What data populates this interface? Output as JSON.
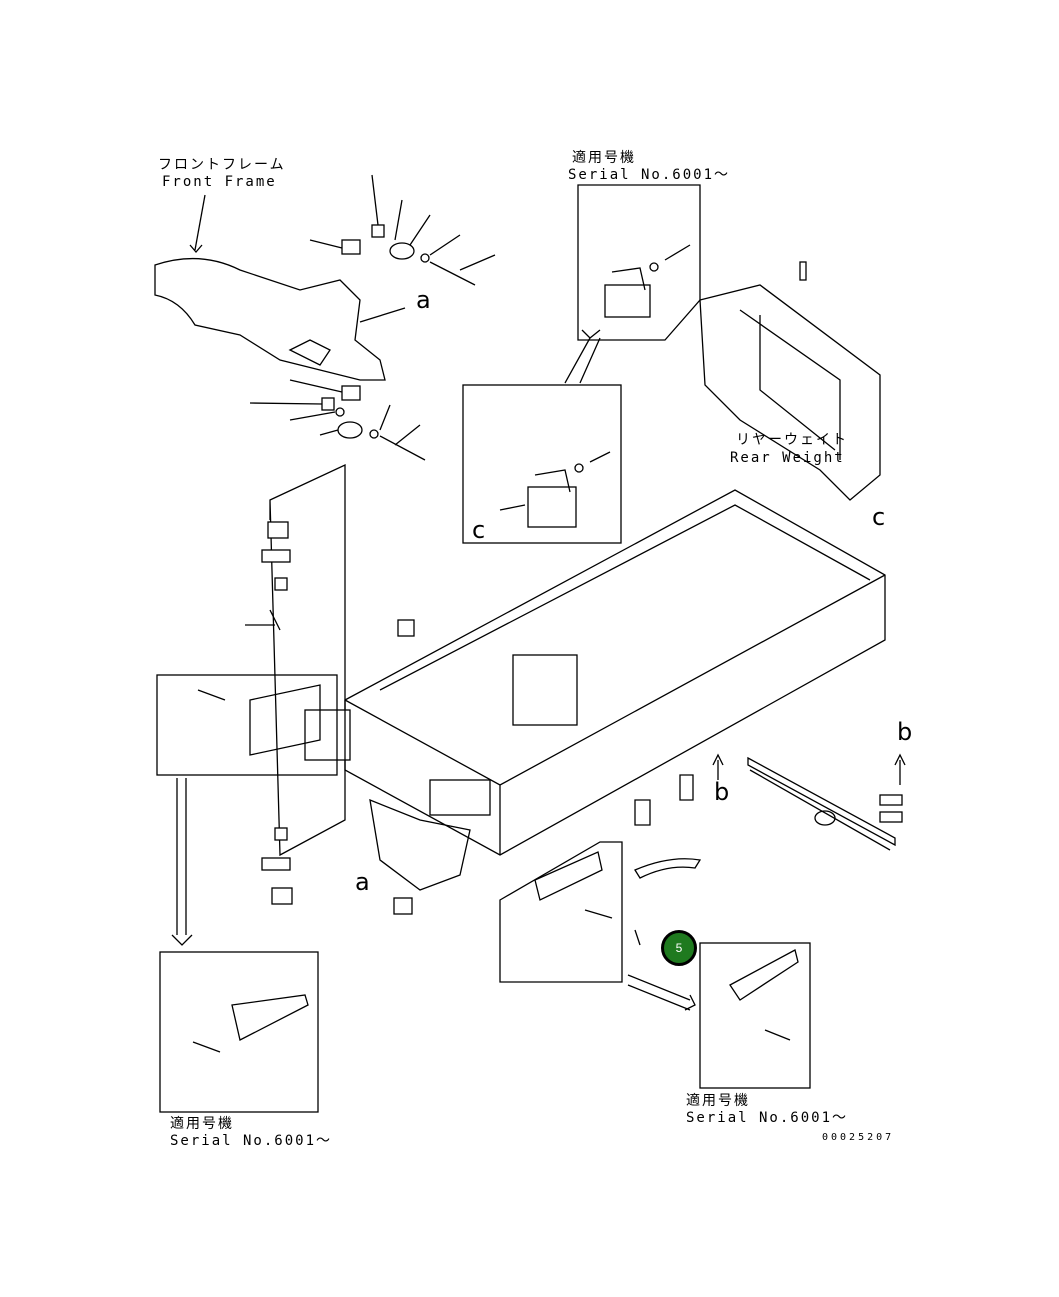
{
  "colors": {
    "line": "#000000",
    "callout_fill": "#1f7a1f",
    "callout_text": "#ffffff",
    "background": "#ffffff"
  },
  "labels": {
    "front_frame_jp": "フロントフレーム",
    "front_frame_en": "Front Frame",
    "rear_weight_jp": "リヤーウェイト",
    "rear_weight_en": "Rear Weight",
    "serial_jp": "適用号機",
    "serial_en": "Serial No.6001～",
    "drawing_number": "00025207"
  },
  "letters": {
    "a": "a",
    "b": "b",
    "c": "c"
  },
  "callouts": [
    {
      "number": "5",
      "icon": "green-circle"
    }
  ]
}
